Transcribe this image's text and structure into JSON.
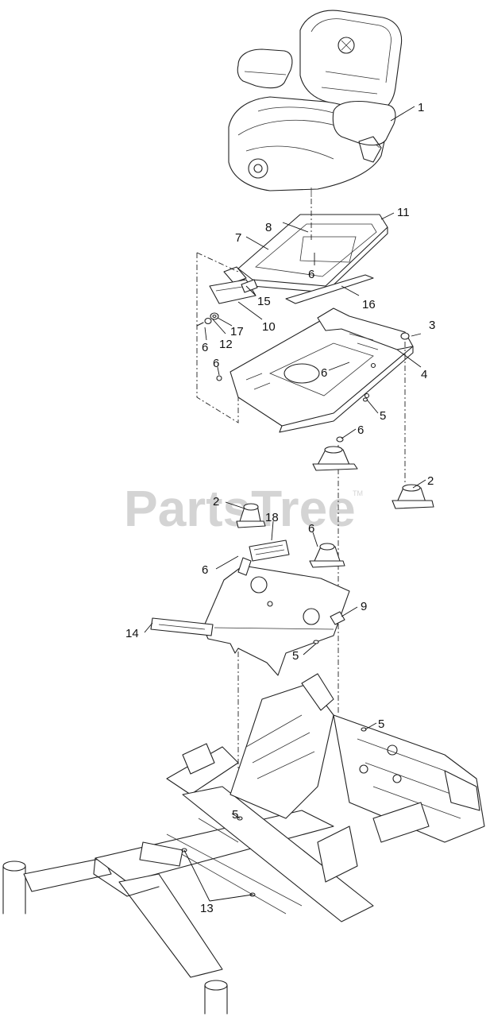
{
  "watermark": {
    "text": "PartsTree",
    "mark": "TM"
  },
  "callouts": [
    {
      "id": "c1",
      "label": "1"
    },
    {
      "id": "c8",
      "label": "8"
    },
    {
      "id": "c11",
      "label": "11"
    },
    {
      "id": "c7",
      "label": "7"
    },
    {
      "id": "c6a",
      "label": "6"
    },
    {
      "id": "c15",
      "label": "15"
    },
    {
      "id": "c16",
      "label": "16"
    },
    {
      "id": "c10",
      "label": "10"
    },
    {
      "id": "c17",
      "label": "17"
    },
    {
      "id": "c12",
      "label": "12"
    },
    {
      "id": "c6b",
      "label": "6"
    },
    {
      "id": "c3",
      "label": "3"
    },
    {
      "id": "c4",
      "label": "4"
    },
    {
      "id": "c6c",
      "label": "6"
    },
    {
      "id": "c6d",
      "label": "6"
    },
    {
      "id": "c5a",
      "label": "5"
    },
    {
      "id": "c6e",
      "label": "6"
    },
    {
      "id": "c2a",
      "label": "2"
    },
    {
      "id": "c2b",
      "label": "2"
    },
    {
      "id": "c18",
      "label": "18"
    },
    {
      "id": "c6f",
      "label": "6"
    },
    {
      "id": "c6g",
      "label": "6"
    },
    {
      "id": "c9",
      "label": "9"
    },
    {
      "id": "c14",
      "label": "14"
    },
    {
      "id": "c5b",
      "label": "5"
    },
    {
      "id": "c5c",
      "label": "5"
    },
    {
      "id": "c5d",
      "label": "5"
    },
    {
      "id": "c13",
      "label": "13"
    }
  ]
}
